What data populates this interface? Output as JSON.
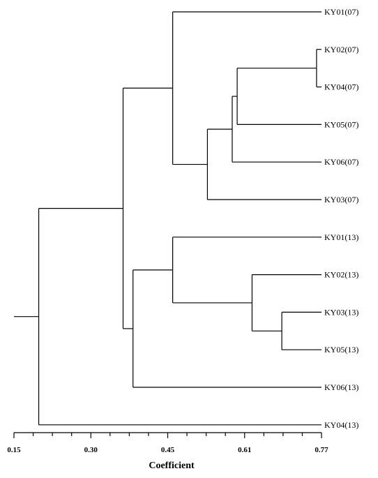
{
  "diagram": {
    "type": "dendrogram",
    "axis": {
      "label": "Coefficient",
      "ticks": [
        "0.15",
        "0.30",
        "0.45",
        "0.61",
        "0.77"
      ]
    },
    "leaves": [
      "KY01(07)",
      "KY02(07)",
      "KY04(07)",
      "KY05(07)",
      "KY06(07)",
      "KY03(07)",
      "KY01(13)",
      "KY02(13)",
      "KY03(13)",
      "KY05(13)",
      "KY06(13)",
      "KY04(13)"
    ],
    "merges": [
      {
        "id": "m1",
        "children": [
          "KY02(07)",
          "KY04(07)"
        ],
        "coefficient": 0.76
      },
      {
        "id": "m2",
        "children": [
          "KY03(13)",
          "KY05(13)"
        ],
        "coefficient": 0.69
      },
      {
        "id": "m3",
        "children": [
          "KY02(13)",
          "m2"
        ],
        "coefficient": 0.63
      },
      {
        "id": "m4",
        "children": [
          "m1",
          "KY05(07)"
        ],
        "coefficient": 0.6
      },
      {
        "id": "m5",
        "children": [
          "m4",
          "KY06(07)"
        ],
        "coefficient": 0.59
      },
      {
        "id": "m6",
        "children": [
          "m5",
          "KY03(07)"
        ],
        "coefficient": 0.54
      },
      {
        "id": "m7",
        "children": [
          "KY01(07)",
          "m6"
        ],
        "coefficient": 0.47
      },
      {
        "id": "m8",
        "children": [
          "KY01(13)",
          "m3"
        ],
        "coefficient": 0.47
      },
      {
        "id": "m9",
        "children": [
          "m8",
          "KY06(13)"
        ],
        "coefficient": 0.39
      },
      {
        "id": "m10",
        "children": [
          "m7",
          "m9"
        ],
        "coefficient": 0.37
      },
      {
        "id": "m11",
        "children": [
          "m10",
          "KY04(13)"
        ],
        "coefficient": 0.2
      }
    ],
    "root_stub_from": 0.15
  }
}
